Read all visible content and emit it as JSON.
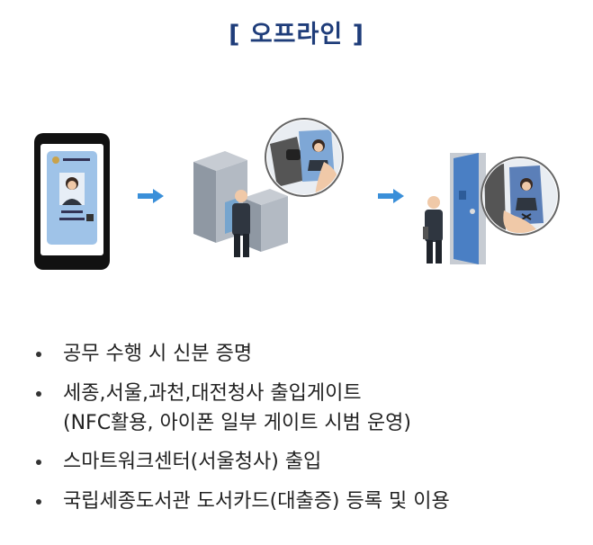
{
  "title": "[ 오프라인 ]",
  "illustration": {
    "icons": [
      "mobile-id-card-icon",
      "arrow-right-icon",
      "nfc-gate-icon",
      "arrow-right-icon",
      "door-access-icon"
    ],
    "colors": {
      "phone": "#111111",
      "arrow": "#3a8fd9",
      "card": "#9fc3e8",
      "door": "#4a7fc4",
      "person": "#2f3640"
    }
  },
  "bullets": [
    {
      "lines": [
        "공무 수행 시 신분 증명"
      ]
    },
    {
      "lines": [
        "세종,서울,과천,대전청사 출입게이트",
        "(NFC활용, 아이폰 일부 게이트 시범 운영)"
      ]
    },
    {
      "lines": [
        "스마트워크센터(서울청사) 출입"
      ]
    },
    {
      "lines": [
        "국립세종도서관 도서카드(대출증) 등록 및 이용"
      ]
    }
  ],
  "colors": {
    "title": "#1f3d7a",
    "text": "#222222"
  }
}
